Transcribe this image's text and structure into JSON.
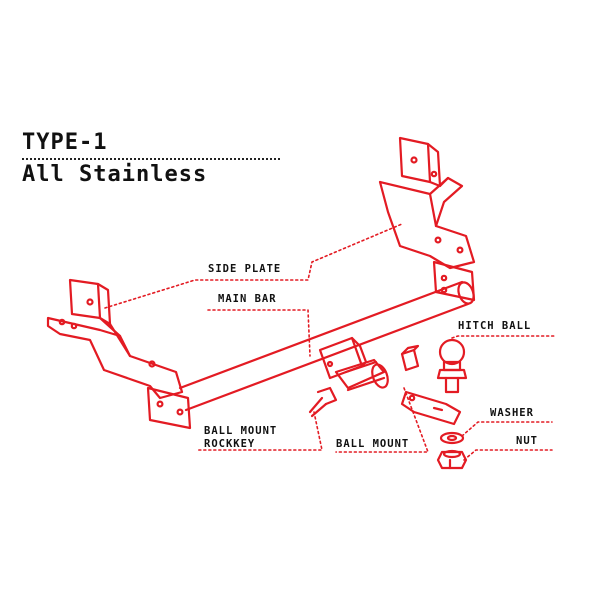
{
  "header": {
    "title": "TYPE-1",
    "subtitle": "All Stainless"
  },
  "labels": {
    "side_plate": "SIDE PLATE",
    "main_bar": "MAIN BAR",
    "hitch_ball": "HITCH BALL",
    "washer": "WASHER",
    "nut": "NUT",
    "ball_mount_rockkey_line1": "BALL MOUNT",
    "ball_mount_rockkey_line2": "ROCKKEY",
    "ball_mount": "BALL MOUNT"
  },
  "colors": {
    "part_stroke": "#e31b23",
    "leader_stroke": "#e31b23",
    "text": "#111111"
  }
}
